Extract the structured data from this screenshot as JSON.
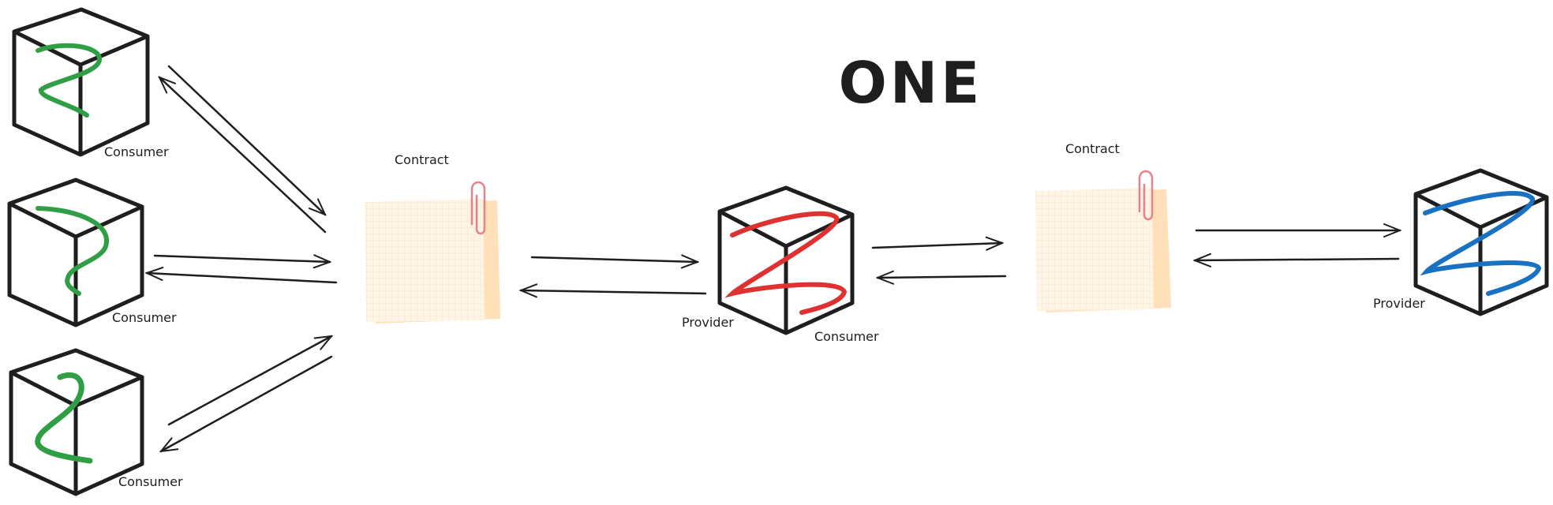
{
  "title": "ONE",
  "labels": {
    "consumer_1": "Consumer",
    "consumer_2": "Consumer",
    "consumer_3": "Consumer",
    "contract_1": "Contract",
    "provider_center": "Provider",
    "consumer_center": "Consumer",
    "contract_2": "Contract",
    "provider_right": "Provider"
  },
  "colors": {
    "stroke": "#1e1e1e",
    "consumer_scribble": "#2f9e44",
    "provider_center_scribble": "#e03131",
    "provider_right_scribble": "#1971c2",
    "note_fill": "#fff5e6",
    "note_back": "#ffe0b8",
    "paperclip": "#e8828a"
  }
}
